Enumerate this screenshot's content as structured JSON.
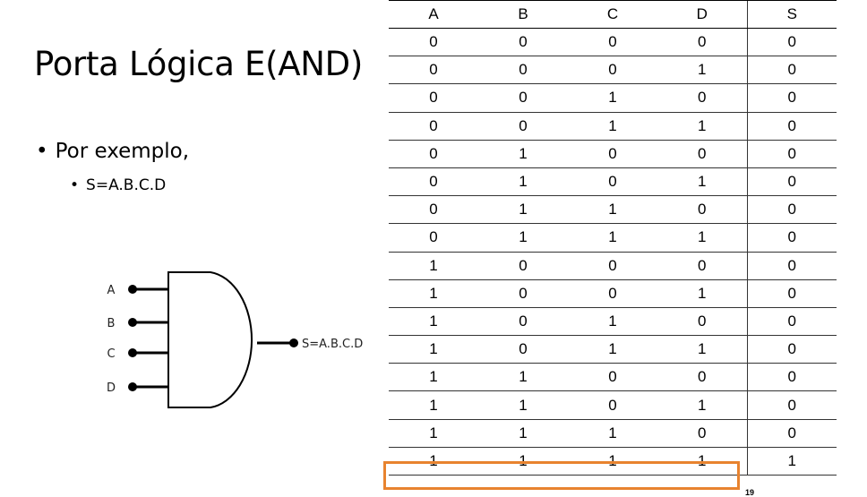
{
  "slide": {
    "title": "Porta Lógica E(AND)",
    "bullet1": "Por exemplo,",
    "bullet2": "S=A.B.C.D",
    "page_number": "19"
  },
  "gate": {
    "inputs": [
      "A",
      "B",
      "C",
      "D"
    ],
    "output_label": "S=A.B.C.D"
  },
  "truth_table": {
    "headers": [
      "A",
      "B",
      "C",
      "D",
      "S"
    ],
    "rows": [
      [
        "0",
        "0",
        "0",
        "0",
        "0"
      ],
      [
        "0",
        "0",
        "0",
        "1",
        "0"
      ],
      [
        "0",
        "0",
        "1",
        "0",
        "0"
      ],
      [
        "0",
        "0",
        "1",
        "1",
        "0"
      ],
      [
        "0",
        "1",
        "0",
        "0",
        "0"
      ],
      [
        "0",
        "1",
        "0",
        "1",
        "0"
      ],
      [
        "0",
        "1",
        "1",
        "0",
        "0"
      ],
      [
        "0",
        "1",
        "1",
        "1",
        "0"
      ],
      [
        "1",
        "0",
        "0",
        "0",
        "0"
      ],
      [
        "1",
        "0",
        "0",
        "1",
        "0"
      ],
      [
        "1",
        "0",
        "1",
        "0",
        "0"
      ],
      [
        "1",
        "0",
        "1",
        "1",
        "0"
      ],
      [
        "1",
        "1",
        "0",
        "0",
        "0"
      ],
      [
        "1",
        "1",
        "0",
        "1",
        "0"
      ],
      [
        "1",
        "1",
        "1",
        "0",
        "0"
      ],
      [
        "1",
        "1",
        "1",
        "1",
        "1"
      ]
    ],
    "highlight_color": "#e8832f"
  }
}
